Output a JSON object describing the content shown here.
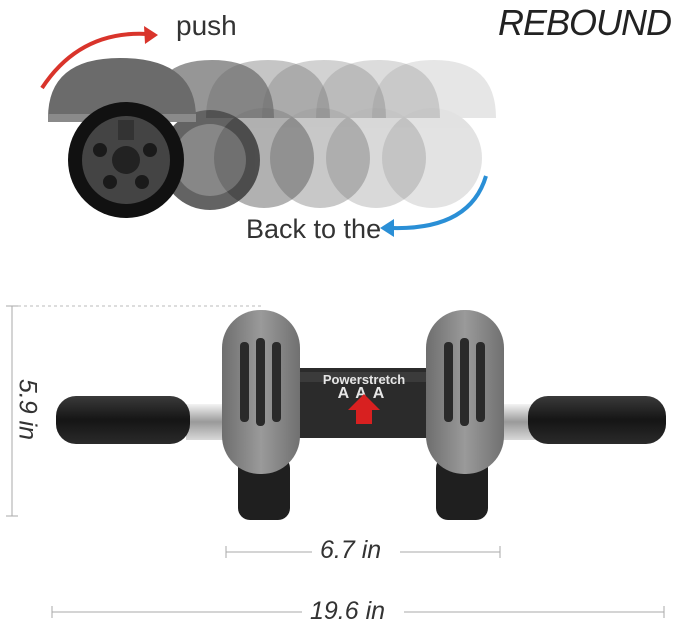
{
  "title": "REBOUND",
  "labels": {
    "push": "push",
    "back": "Back to the"
  },
  "product": {
    "brand": "Powerstretch",
    "model": "AAA"
  },
  "dimensions": {
    "height": "5.9 in",
    "wheel_width": "6.7 in",
    "total_width": "19.6 in"
  },
  "colors": {
    "push_arrow": "#d9342b",
    "back_arrow": "#2a8fd6",
    "body_gray": "#8b8b8b",
    "grip_black": "#1c1c1c"
  }
}
